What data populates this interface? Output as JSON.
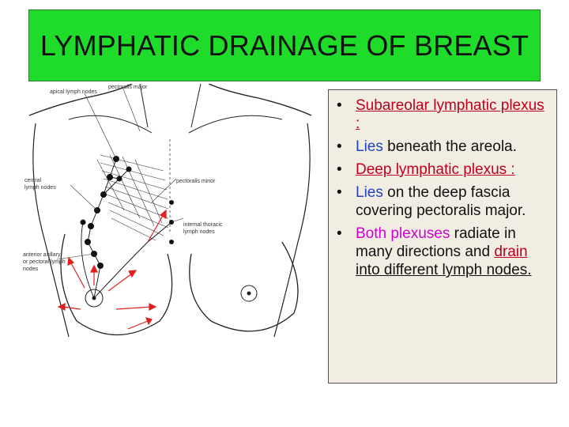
{
  "slide": {
    "title": "LYMPHATIC DRAINAGE OF BREAST"
  },
  "figure": {
    "labels": {
      "pectoralis_major": "pectoralis major",
      "apical": "apical lymph nodes",
      "central_1": "central",
      "central_2": "lymph nodes",
      "pectoralis_minor": "pectoralis minor",
      "internal_1": "internal thoracic",
      "internal_2": "lymph nodes",
      "anterior_1": "anterior axillary",
      "anterior_2": "or pectoral lymph",
      "anterior_3": "nodes"
    }
  },
  "bullets": {
    "b1": {
      "red": "Subareolar lymphatic plexus :"
    },
    "b2": {
      "blue": "Lies",
      "rest": " beneath the areola."
    },
    "b3": {
      "red": "Deep lymphatic plexus :"
    },
    "b4": {
      "blue": "Lies",
      "rest": " on the deep fascia covering pectoralis major."
    },
    "b5": {
      "pink": "Both plexuses",
      "mid": " radiate in many directions and ",
      "red": "drain",
      "space": " ",
      "tail": "into different lymph nodes."
    }
  },
  "colors": {
    "title_bg": "#1fdc2a",
    "text_box_bg": "#f1ede3",
    "red": "#c0001b",
    "blue": "#1d43c0",
    "pink": "#d000d0",
    "arrow_red": "#e02020"
  }
}
